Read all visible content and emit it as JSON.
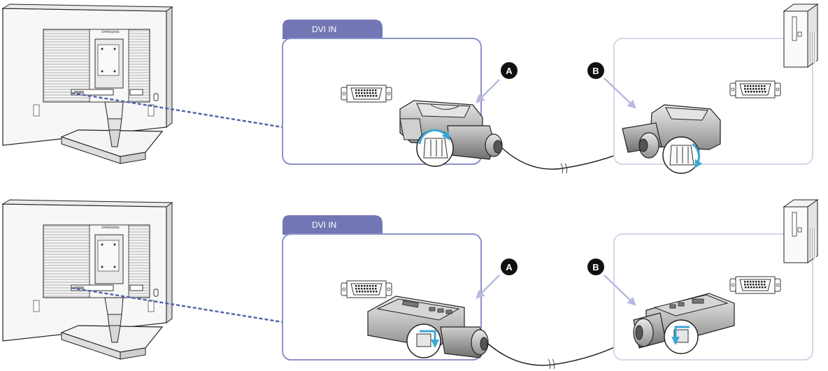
{
  "panels": [
    {
      "port_label": "DVI IN",
      "marker_a": "A",
      "marker_b": "B",
      "monitor_brand": "SAMSUNG",
      "variant": "screw"
    },
    {
      "port_label": "DVI IN",
      "marker_a": "A",
      "marker_b": "B",
      "monitor_brand": "SAMSUNG",
      "variant": "clip"
    }
  ],
  "colors": {
    "frame_active": "#8d91c8",
    "frame_inactive": "#d6d7e8",
    "tab_fill": "#7376b4",
    "dashed_link": "#5566a8",
    "arrow": "#b8b9df",
    "marker_fill": "#111111",
    "rotate_arrow": "#3aa7d6"
  },
  "icons": [
    "monitor-back-icon",
    "dvi-port-icon",
    "dvi-connector-icon",
    "pc-tower-icon"
  ]
}
